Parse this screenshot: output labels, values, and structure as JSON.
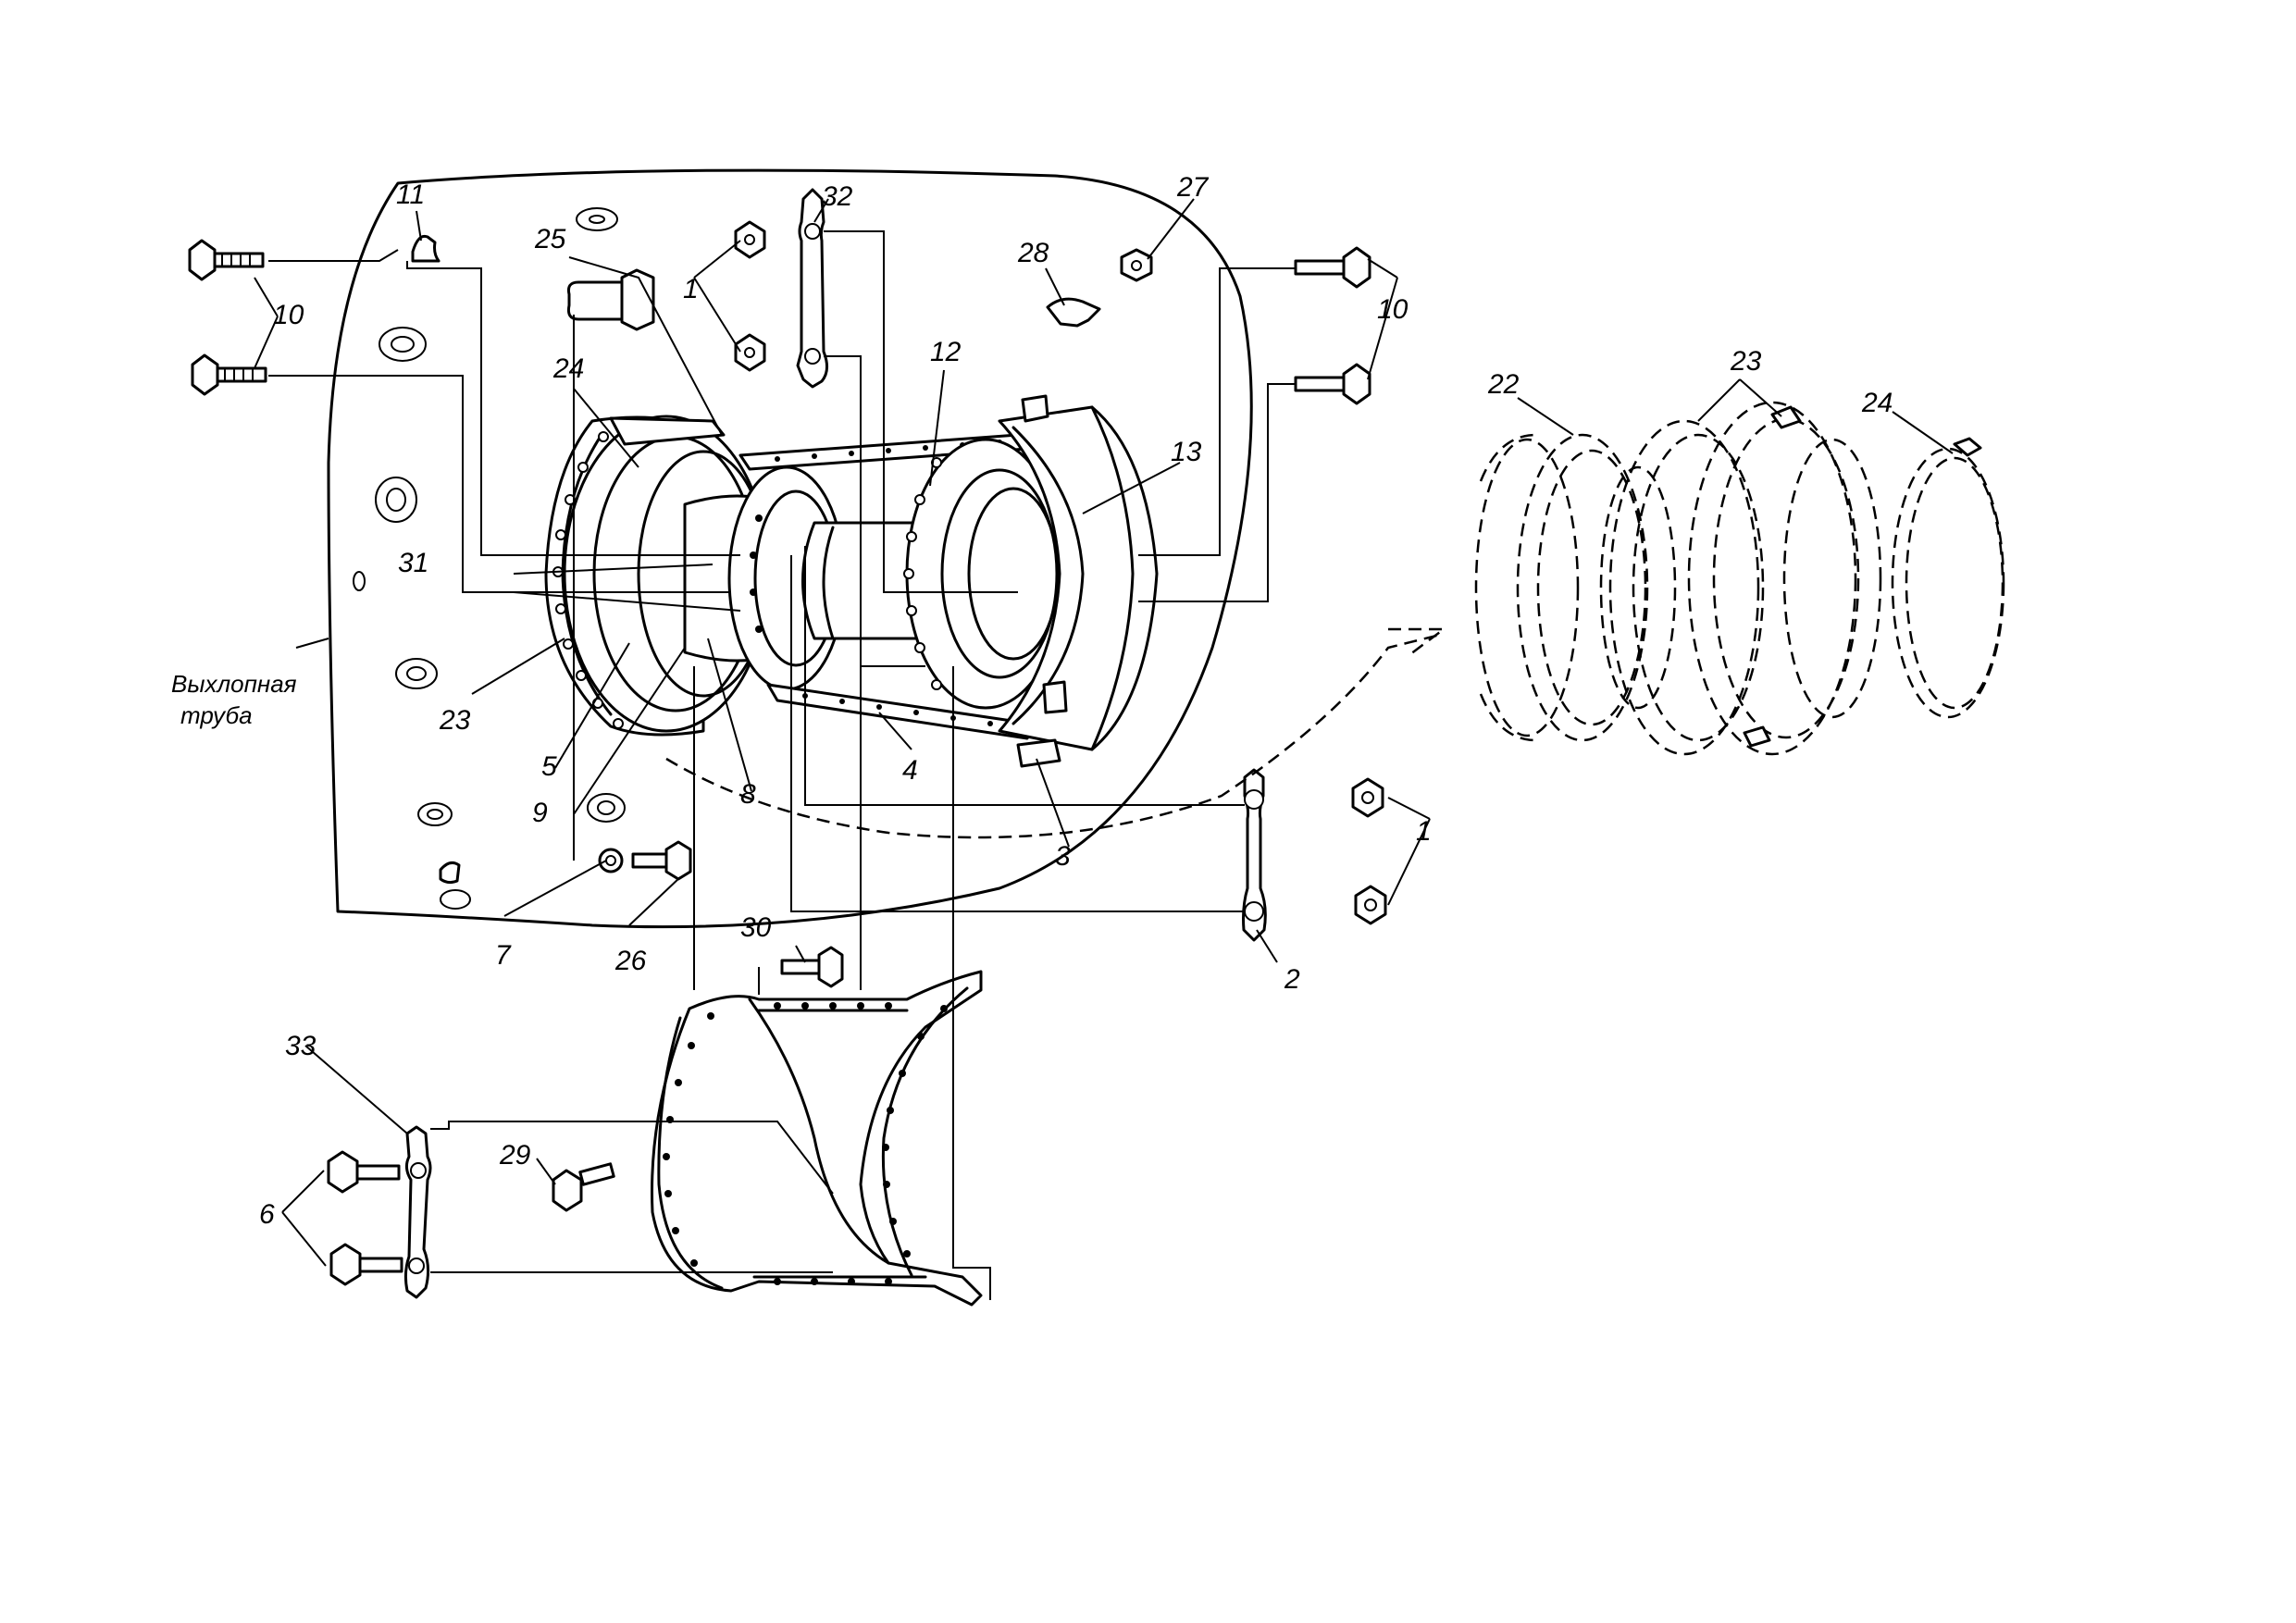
{
  "caption": {
    "line1": "Выхлопная",
    "line2": "труба"
  },
  "callouts": [
    {
      "id": "c1a",
      "text": "1"
    },
    {
      "id": "c1b",
      "text": "1"
    },
    {
      "id": "c2",
      "text": "2"
    },
    {
      "id": "c3",
      "text": "3"
    },
    {
      "id": "c4",
      "text": "4"
    },
    {
      "id": "c5",
      "text": "5"
    },
    {
      "id": "c6",
      "text": "6"
    },
    {
      "id": "c7",
      "text": "7"
    },
    {
      "id": "c8",
      "text": "8"
    },
    {
      "id": "c9",
      "text": "9"
    },
    {
      "id": "c10a",
      "text": "10"
    },
    {
      "id": "c10b",
      "text": "10"
    },
    {
      "id": "c11",
      "text": "11"
    },
    {
      "id": "c12",
      "text": "12"
    },
    {
      "id": "c13",
      "text": "13"
    },
    {
      "id": "c22",
      "text": "22"
    },
    {
      "id": "c23a",
      "text": "23"
    },
    {
      "id": "c23b",
      "text": "23"
    },
    {
      "id": "c24a",
      "text": "24"
    },
    {
      "id": "c24b",
      "text": "24"
    },
    {
      "id": "c25",
      "text": "25"
    },
    {
      "id": "c26",
      "text": "26"
    },
    {
      "id": "c27",
      "text": "27"
    },
    {
      "id": "c28",
      "text": "28"
    },
    {
      "id": "c29",
      "text": "29"
    },
    {
      "id": "c30",
      "text": "30"
    },
    {
      "id": "c31",
      "text": "31"
    },
    {
      "id": "c32",
      "text": "32"
    },
    {
      "id": "c33",
      "text": "33"
    }
  ]
}
